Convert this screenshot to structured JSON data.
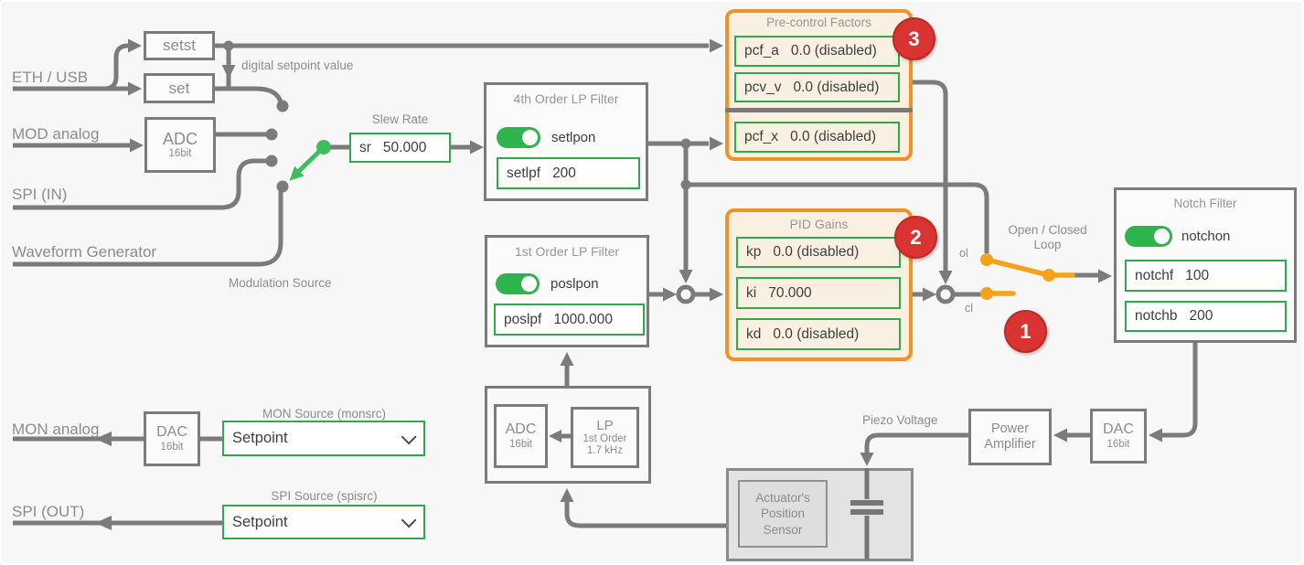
{
  "io": {
    "eth_usb": "ETH / USB",
    "mod_analog": "MOD analog",
    "spi_in": "SPI (IN)",
    "waveform_generator": "Waveform Generator",
    "mon_analog": "MON analog",
    "spi_out": "SPI (OUT)"
  },
  "annotations": {
    "digital_setpoint_value": "digital setpoint value",
    "modulation_source": "Modulation Source",
    "open_closed_loop": "Open / Closed Loop",
    "ol": "ol",
    "cl": "cl",
    "piezo_voltage": "Piezo Voltage"
  },
  "blocks": {
    "setst": {
      "label": "setst"
    },
    "set": {
      "label": "set"
    },
    "adc_in": {
      "title": "ADC",
      "subtitle": "16bit"
    },
    "slew_rate": {
      "title": "Slew Rate",
      "field": {
        "name": "sr",
        "value": "50.000"
      }
    },
    "setlp": {
      "title": "4th Order LP Filter",
      "toggle": {
        "label": "setlpon",
        "on": true
      },
      "field": {
        "name": "setlpf",
        "value": "200"
      }
    },
    "poslp": {
      "title": "1st Order LP Filter",
      "toggle": {
        "label": "poslpon",
        "on": true
      },
      "field": {
        "name": "poslpf",
        "value": "1000.000"
      }
    },
    "precontrol": {
      "title": "Pre-control Factors",
      "fields": [
        {
          "name": "pcf_a",
          "value": "0.0 (disabled)"
        },
        {
          "name": "pcv_v",
          "value": "0.0 (disabled)"
        },
        {
          "name": "pcf_x",
          "value": "0.0 (disabled)"
        }
      ]
    },
    "pid": {
      "title": "PID Gains",
      "fields": [
        {
          "name": "kp",
          "value": "0.0 (disabled)"
        },
        {
          "name": "ki",
          "value": "70.000"
        },
        {
          "name": "kd",
          "value": "0.0 (disabled)"
        }
      ]
    },
    "notch": {
      "title": "Notch Filter",
      "toggle": {
        "label": "notchon",
        "on": true
      },
      "fields": [
        {
          "name": "notchf",
          "value": "100"
        },
        {
          "name": "notchb",
          "value": "200"
        }
      ]
    },
    "adc_fb": {
      "title": "ADC",
      "subtitle": "16bit"
    },
    "lp_fb": {
      "title": "LP",
      "line2": "1st Order",
      "line3": "1.7 kHz"
    },
    "dac_mon": {
      "title": "DAC",
      "subtitle": "16bit"
    },
    "dac_out": {
      "title": "DAC",
      "subtitle": "16bit"
    },
    "power_amp": {
      "line1": "Power",
      "line2": "Amplifier"
    },
    "actuator": {
      "line1": "Actuator's",
      "line2": "Position",
      "line3": "Sensor"
    }
  },
  "dropdowns": {
    "mon_source": {
      "label": "MON Source (monsrc)",
      "value": "Setpoint"
    },
    "spi_source": {
      "label": "SPI Source (spisrc)",
      "value": "Setpoint"
    }
  },
  "badges": {
    "one": "1",
    "two": "2",
    "three": "3"
  },
  "colors": {
    "background": "#f7f7f7",
    "wire": "#7b7b7b",
    "toggle_green": "#2db44c",
    "field_border_green": "#2fa84f",
    "selector_green": "#3dbd5d",
    "panel_tan": "#faf0e2",
    "panel_border_orange": "#f29222",
    "switch_orange": "#f6a21d",
    "badge_red": "#d93431"
  }
}
